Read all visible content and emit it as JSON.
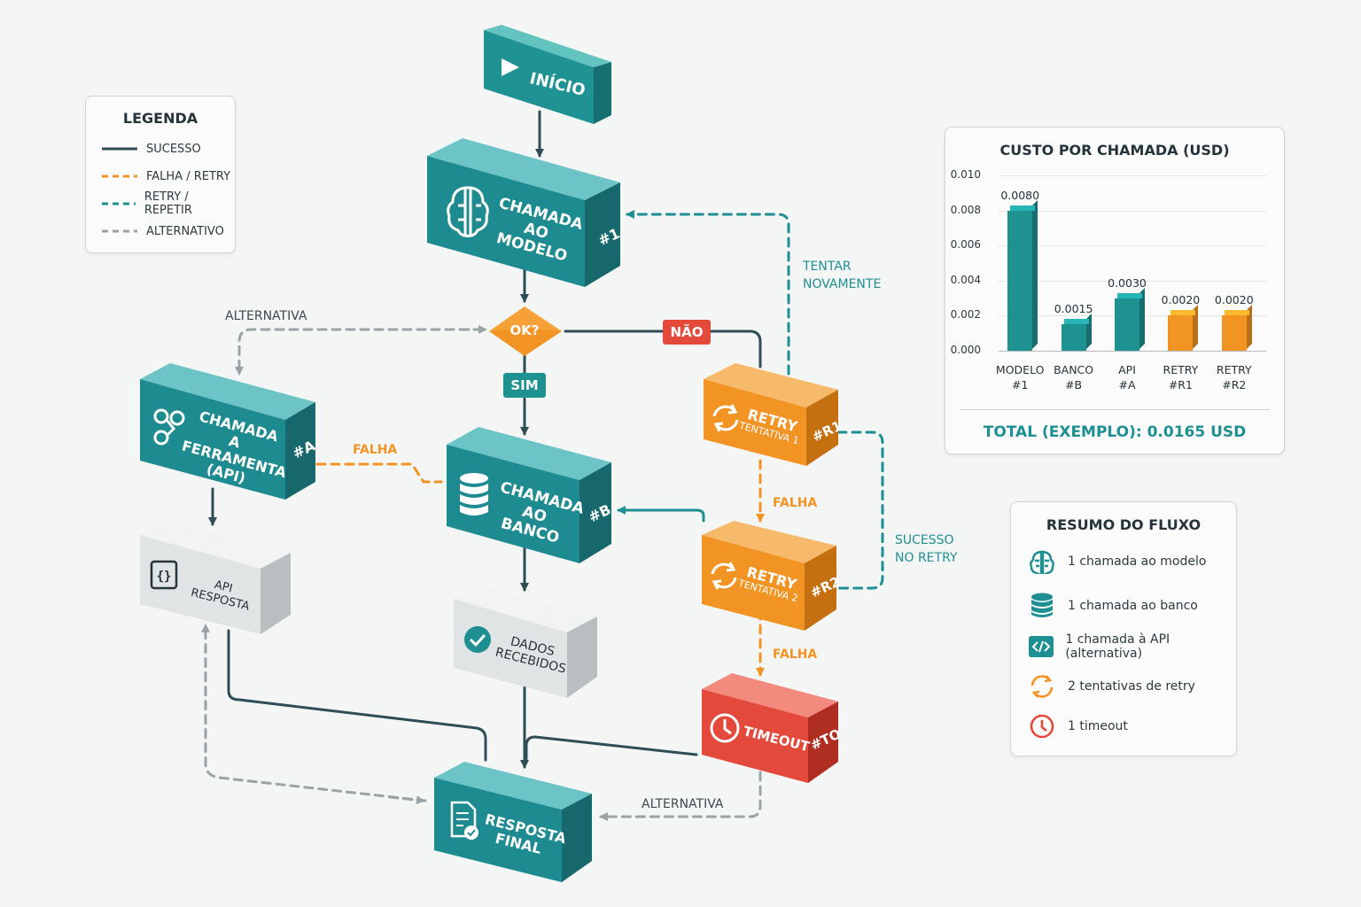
{
  "legend": {
    "title": "LEGENDA",
    "items": [
      {
        "label": "SUCESSO",
        "style": "solid",
        "color": "#2f4d57"
      },
      {
        "label": "FALHA / RETRY",
        "style": "dashed",
        "color": "#f29423"
      },
      {
        "label": "RETRY / REPETIR",
        "style": "dashed",
        "color": "#1e9191"
      },
      {
        "label": "ALTERNATIVO",
        "style": "dashed",
        "color": "#9aa3a6"
      }
    ]
  },
  "nodes": {
    "inicio": {
      "label": "INÍCIO",
      "icon": "play-icon"
    },
    "modelo": {
      "label_1": "CHAMADA",
      "label_2": "AO MODELO",
      "id": "#1",
      "icon": "brain-icon"
    },
    "decisao": {
      "label": "OK?"
    },
    "sim": {
      "label": "SIM"
    },
    "nao": {
      "label": "NÃO"
    },
    "ferramenta": {
      "label_1": "CHAMADA",
      "label_2": "A FERRAMENTA",
      "label_3": "(API)",
      "id": "#A",
      "icon": "tool-icon"
    },
    "banco": {
      "label_1": "CHAMADA",
      "label_2": "AO BANCO",
      "id": "#B",
      "icon": "database-icon"
    },
    "retry1": {
      "label_1": "RETRY",
      "label_2": "TENTATIVA 1",
      "id": "#R1",
      "icon": "refresh-icon"
    },
    "retry2": {
      "label_1": "RETRY",
      "label_2": "TENTATIVA 2",
      "id": "#R2",
      "icon": "refresh-icon"
    },
    "api_resposta": {
      "label": "API RESPOSTA",
      "icon": "code-braces-icon"
    },
    "dados": {
      "label_1": "DADOS",
      "label_2": "RECEBIDOS",
      "icon": "check-circle-icon"
    },
    "timeout": {
      "label": "TIMEOUT",
      "id": "#TO",
      "icon": "clock-icon"
    },
    "final": {
      "label_1": "RESPOSTA",
      "label_2": "FINAL",
      "icon": "document-check-icon"
    }
  },
  "connections": {
    "alternativa_top": "ALTERNATIVA",
    "tentar_1": "TENTAR",
    "tentar_2": "NOVAMENTE",
    "falha_api": "FALHA",
    "falha_r1": "FALHA",
    "falha_r2": "FALHA",
    "sucesso_1": "SUCESSO",
    "sucesso_2": "NO RETRY",
    "alternativa_bottom": "ALTERNATIVA"
  },
  "colors": {
    "teal": "#1e8f92",
    "orange": "#f29423",
    "red": "#e34a3b",
    "gray": "#e4e7e8",
    "success_line": "#2f4d57"
  },
  "chart_data": {
    "type": "bar",
    "title": "CUSTO POR CHAMADA (USD)",
    "categories": [
      "MODELO #1",
      "BANCO #B",
      "API #A",
      "RETRY #R1",
      "RETRY #R2"
    ],
    "category_lines": [
      [
        "MODELO",
        "#1"
      ],
      [
        "BANCO",
        "#B"
      ],
      [
        "API",
        "#A"
      ],
      [
        "RETRY",
        "#R1"
      ],
      [
        "RETRY",
        "#R2"
      ]
    ],
    "values": [
      0.008,
      0.0015,
      0.003,
      0.002,
      0.002
    ],
    "value_labels": [
      "0.0080",
      "0.0015",
      "0.0030",
      "0.0020",
      "0.0020"
    ],
    "bar_colors": [
      "#1e9191",
      "#1e9191",
      "#1e9191",
      "#f29423",
      "#f29423"
    ],
    "ylim": [
      0,
      0.01
    ],
    "yticks": [
      "0.000",
      "0.002",
      "0.004",
      "0.006",
      "0.008",
      "0.010"
    ],
    "ytick_values": [
      0,
      0.002,
      0.004,
      0.006,
      0.008,
      0.01
    ],
    "grid": true,
    "total_label": "TOTAL (EXEMPLO): 0.0165 USD"
  },
  "summary": {
    "title": "RESUMO DO FLUXO",
    "items": [
      {
        "text": "1 chamada ao modelo",
        "icon": "brain-icon"
      },
      {
        "text": "1 chamada ao banco",
        "icon": "database-icon"
      },
      {
        "text": "1 chamada à API (alternativa)",
        "icon": "code-icon"
      },
      {
        "text": "2 tentativas de retry",
        "icon": "refresh-icon"
      },
      {
        "text": "1 timeout",
        "icon": "clock-icon"
      }
    ]
  }
}
